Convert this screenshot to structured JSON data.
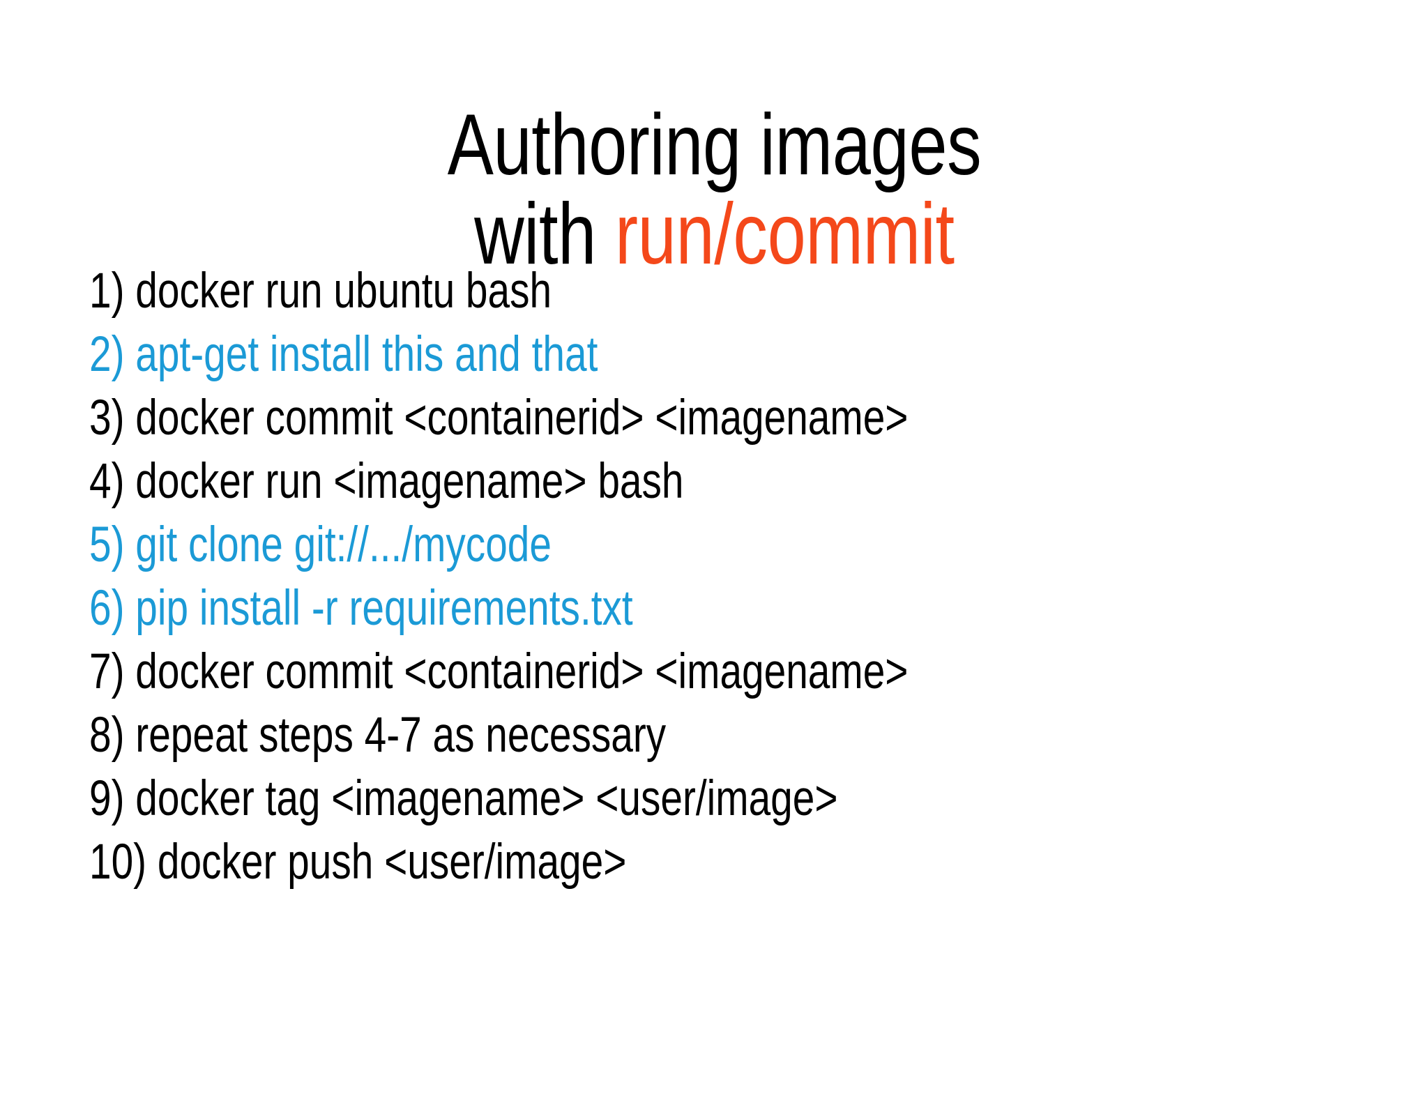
{
  "slide": {
    "background_color": "#ffffff",
    "title": {
      "line1": "Authoring images",
      "line2_prefix": "with ",
      "line2_accent": "run/commit",
      "accent_color": "#f4481a",
      "text_color": "#000000"
    },
    "colors": {
      "black": "#000000",
      "blue": "#1b9ad6",
      "orange": "#f4481a"
    },
    "steps": [
      {
        "text": "1) docker run ubuntu bash",
        "color": "#000000"
      },
      {
        "text": "2) apt-get install this and that",
        "color": "#1b9ad6"
      },
      {
        "text": "3) docker commit <containerid> <imagename>",
        "color": "#000000"
      },
      {
        "text": "4) docker run <imagename> bash",
        "color": "#000000"
      },
      {
        "text": "5) git clone git://.../mycode",
        "color": "#1b9ad6"
      },
      {
        "text": "6) pip install -r requirements.txt",
        "color": "#1b9ad6"
      },
      {
        "text": "7) docker commit <containerid> <imagename>",
        "color": "#000000"
      },
      {
        "text": "8) repeat steps 4-7 as necessary",
        "color": "#000000"
      },
      {
        "text": "9) docker tag <imagename> <user/image>",
        "color": "#000000"
      },
      {
        "text": "10) docker push <user/image>",
        "color": "#000000"
      }
    ]
  }
}
